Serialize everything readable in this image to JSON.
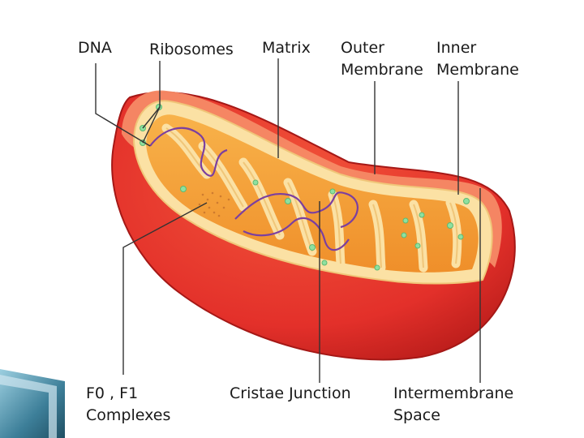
{
  "labels": {
    "dna": "DNA",
    "ribosomes": "Ribosomes",
    "matrix": "Matrix",
    "outer_membrane": [
      "Outer",
      "Membrane"
    ],
    "inner_membrane": [
      "Inner",
      "Membrane"
    ],
    "f0_f1": [
      "F0 , F1",
      "Complexes"
    ],
    "cristae_junction": "Cristae Junction",
    "intermembrane_space": [
      "Intermembrane",
      "Space"
    ]
  },
  "colors": {
    "outer_shell": "#e8342a",
    "outer_shell_dark": "#c4201c",
    "rim": "#f79a6e",
    "inner_membrane": "#fbe3a6",
    "matrix": "#f6a43a",
    "dna": "#7b3fa0",
    "ribosome": "#8fe0a0",
    "corner_accent": "#4b8fa8"
  },
  "icons": [
    "dna-strand-icon",
    "ribosome-dot-icon"
  ]
}
